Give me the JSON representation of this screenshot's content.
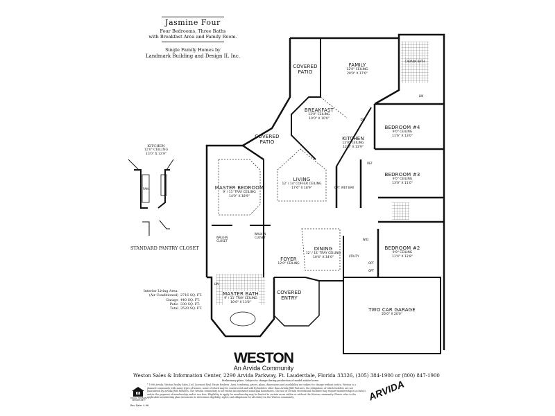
{
  "header": {
    "title": "Jasmine Four",
    "subtitle_line1": "Four Bedrooms, Three Baths",
    "subtitle_line2": "with Breakfast Area and Family Room.",
    "builder_line1": "Single Family Homes by",
    "builder_line2": "Landmark Building and Design II, Inc."
  },
  "rooms": {
    "covered_patio_top": {
      "name": "COVERED",
      "name2": "PATIO"
    },
    "family": {
      "name": "FAMILY",
      "ceiling": "12'0\" CEILING",
      "size": "20'0\" X 17'0\""
    },
    "cabana_bath": {
      "name": "CABANA BATH"
    },
    "breakfast": {
      "name": "BREAKFAST",
      "ceiling": "12'0\" CEILING",
      "size": "10'0\" X 10'0\""
    },
    "kitchen": {
      "name": "KITCHEN",
      "ceiling": "12'0\" CEILING",
      "size": "12'0\" X 13'9\""
    },
    "bedroom4": {
      "name": "BEDROOM #4",
      "ceiling": "9'0\" CEILING",
      "size": "11'6\" X 13'0\""
    },
    "covered_patio_mid": {
      "name": "COVERED",
      "name2": "PATIO"
    },
    "living": {
      "name": "LIVING",
      "ceiling": "12' / 14' COFFER CEILING",
      "size": "17'6\" X 18'9\""
    },
    "master_bedroom": {
      "name": "MASTER BEDROOM",
      "ceiling": "9' / 11' TRAY CEILING",
      "size": "14'0\" X 18'9\""
    },
    "bedroom3": {
      "name": "BEDROOM #3",
      "ceiling": "9'0\" CEILING",
      "size": "13'0\" X 11'0\""
    },
    "wet_bar": {
      "name": "OPT. WET BAR"
    },
    "walkin_closet_left": {
      "name": "WALK-IN",
      "name2": "CLOSET"
    },
    "walkin_closet_right": {
      "name": "WALK-IN",
      "name2": "CLOSET"
    },
    "dining": {
      "name": "DINING",
      "ceiling": "12' / 14' TRAY CEILING",
      "size": "10'4\" X 14'0\""
    },
    "foyer": {
      "name": "FOYER",
      "ceiling": "12'0\" CEILING"
    },
    "utility": {
      "name": "UTILITY"
    },
    "bedroom2": {
      "name": "BEDROOM #2",
      "ceiling": "9'0\" CEILING",
      "size": "11'4\" X 12'8\""
    },
    "master_bath": {
      "name": "MASTER BATH",
      "ceiling": "9' / 11' TRAY CEILING",
      "size": "10'0\" X 13'8\""
    },
    "covered_entry": {
      "name": "COVERED",
      "name2": "ENTRY"
    },
    "garage": {
      "name": "TWO CAR GARAGE",
      "size": "20'0\" X 20'0\""
    },
    "fixtures": {
      "lin": "LIN",
      "dw": "DW",
      "wd": "W/D",
      "opt1": "OPT",
      "opt2": "OPT",
      "ref": "REF"
    }
  },
  "pantry_inset": {
    "kitchen_name": "KITCHEN",
    "kitchen_ceiling": "12'0\" CEILING",
    "kitchen_size": "13'0\" X 13'9\"",
    "pan_label": "PAN",
    "caption": "STANDARD PANTRY CLOSET"
  },
  "areas": [
    {
      "label": "Interior Living Area:",
      "value": ""
    },
    {
      "label": "(Air Conditioned)",
      "value": "2716 SQ. FT."
    },
    {
      "label": "Garage",
      "value": "440 SQ. FT."
    },
    {
      "label": "Patio",
      "value": "330 SQ. FT."
    },
    {
      "label": "Total",
      "value": "3520 SQ. FT."
    }
  ],
  "footer": {
    "logo": "WESTON",
    "logo_tagline": "An Arvida Community",
    "sales_center": "Weston Sales & Information Center, 2290 Arvida Parkway, Ft. Lauderdale, Florida 33326, (305) 384-1900 or (800) 847-1900",
    "preliminary": "Preliminary plans. Subject to change during production of model and/or home.",
    "disclaimer": "* 1996 Arvida, Weston Realty Sales, Ltd. Licensed Real Estate Brokers. Area, tendering, prices, plans, dimensions and availability are subject to change without notice. Weston is a planned community with many types of homes, some of which may be constructed and sold by builders other than Arvida/JMB Partners, the obligations of which builders are not guaranteed by Arvida/JMB Partners. The Weston community is not within incorporated municipal boundaries. The use of certain recreational facilities may require membership in a club(s) and/or the payment of membership and/or use fees. Eligibility to apply for membership may be limited to certain areas within or without the Weston community. Please refer to the applicable membership plan documents to determine eligibility, rights and obligations for all club(s) in the Weston community.",
    "equal_housing": "EQUAL HOUSING OPPORTUNITY",
    "rev_date": "Rev Date: 4-96",
    "arvida_logo": "ARVIDA"
  }
}
